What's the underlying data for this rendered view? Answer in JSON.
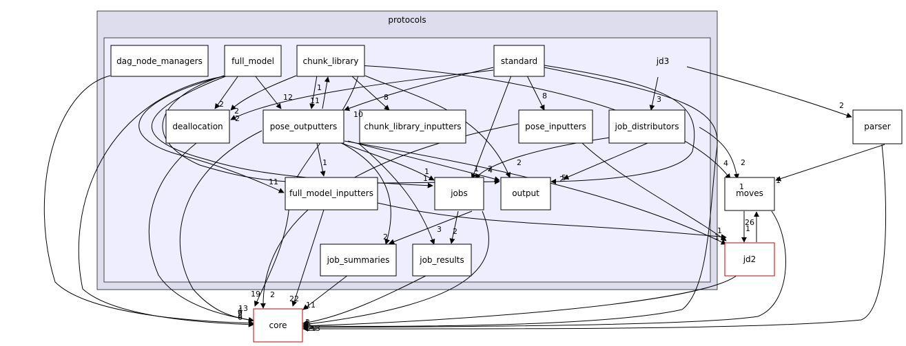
{
  "clusters": {
    "outer": {
      "label": "protocols"
    },
    "inner_label": "jd3"
  },
  "nodes": {
    "dag_node_managers": "dag_node_managers",
    "full_model": "full_model",
    "chunk_library": "chunk_library",
    "standard": "standard",
    "deallocation": "deallocation",
    "pose_outputters": "pose_outputters",
    "chunk_library_inputters": "chunk_library_inputters",
    "pose_inputters": "pose_inputters",
    "job_distributors": "job_distributors",
    "full_model_inputters": "full_model_inputters",
    "jobs": "jobs",
    "output": "output",
    "job_summaries": "job_summaries",
    "job_results": "job_results",
    "parser": "parser",
    "moves": "moves",
    "jd2": "jd2",
    "core": "core"
  },
  "edge_labels": {
    "l_1": "2",
    "l_2": "2",
    "l_3": "12",
    "l_4": "1",
    "l_5": "11",
    "l_6": "8",
    "l_7": "2",
    "l_8": "10",
    "l_9": "8",
    "l_10": "3",
    "l_11": "2",
    "l_12": "1",
    "l_13": "1",
    "l_14": "1",
    "l_15": "4",
    "l_16": "2",
    "l_17": "2",
    "l_18": "4",
    "l_19": "2",
    "l_20": "11",
    "l_21": "1",
    "l_22": "3",
    "l_23": "2",
    "l_24": "2",
    "l_25": "1",
    "l_26": "1",
    "l_27": "26",
    "l_28": "1",
    "l_29": "19",
    "l_30": "2",
    "l_31": "22",
    "l_32": "11",
    "l_33": "13",
    "l_34": "4",
    "l_35": "9",
    "l_36": "8",
    "l_37": "2",
    "l_38": "2",
    "l_39": "1",
    "l_40": "1",
    "l_41": "5",
    "l_42": "2",
    "l_43": "6",
    "l_44": "20",
    "l_45": "53",
    "l_46": "5"
  },
  "colors": {
    "outer_fill": "#ddddee",
    "inner_fill": "#eeeeff",
    "cluster_stroke": "#444444",
    "external_stroke": "#cc0000",
    "edge": "#000000"
  }
}
